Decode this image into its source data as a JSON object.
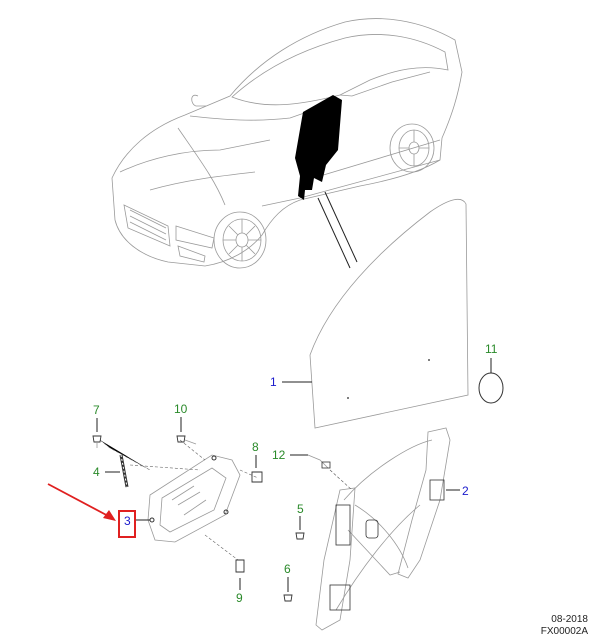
{
  "callouts": {
    "c1": "1",
    "c2": "2",
    "c3": "3",
    "c4": "4",
    "c5": "5",
    "c6": "6",
    "c7": "7",
    "c8": "8",
    "c9": "9",
    "c10": "10",
    "c11": "11",
    "c12": "12"
  },
  "colors": {
    "blue_label": "#1a1acc",
    "green_label": "#2a8a2a",
    "highlight": "#e02020"
  },
  "footer": {
    "date": "08-2018",
    "code": "FX00002A"
  }
}
